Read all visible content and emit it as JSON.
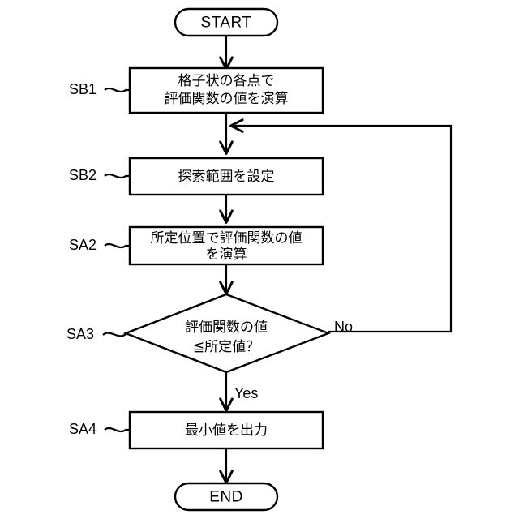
{
  "diagram": {
    "type": "flowchart",
    "title": "",
    "orientation": "top-to-bottom",
    "background_color": "#ffffff",
    "line_color": "#000000"
  },
  "nodes": {
    "start": {
      "label": "START",
      "shape": "terminator"
    },
    "sb1": {
      "ref": "SB1",
      "line1": "格子状の各点で",
      "line2": "評価関数の値を演算",
      "shape": "process"
    },
    "sb2": {
      "ref": "SB2",
      "line1": "探索範囲を設定",
      "line2": "",
      "shape": "process"
    },
    "sa2": {
      "ref": "SA2",
      "line1": "所定位置で評価関数の値",
      "line2": "を演算",
      "shape": "process"
    },
    "sa3": {
      "ref": "SA3",
      "line1": "評価関数の値",
      "line2": "≦所定値？",
      "shape": "decision"
    },
    "sa4": {
      "ref": "SA4",
      "line1": "最小値を出力",
      "line2": "",
      "shape": "process"
    },
    "end": {
      "label": "END",
      "shape": "terminator"
    }
  },
  "branches": {
    "no_label": "No",
    "yes_label": "Yes"
  },
  "edges": [
    {
      "from": "start",
      "to": "sb1",
      "label": ""
    },
    {
      "from": "sb1",
      "to": "sb2",
      "label": ""
    },
    {
      "from": "sb2",
      "to": "sa2",
      "label": ""
    },
    {
      "from": "sa2",
      "to": "sa3",
      "label": ""
    },
    {
      "from": "sa3",
      "to": "sa4",
      "label": "Yes"
    },
    {
      "from": "sa3",
      "to": "sb2",
      "label": "No"
    },
    {
      "from": "sa4",
      "to": "end",
      "label": ""
    }
  ]
}
